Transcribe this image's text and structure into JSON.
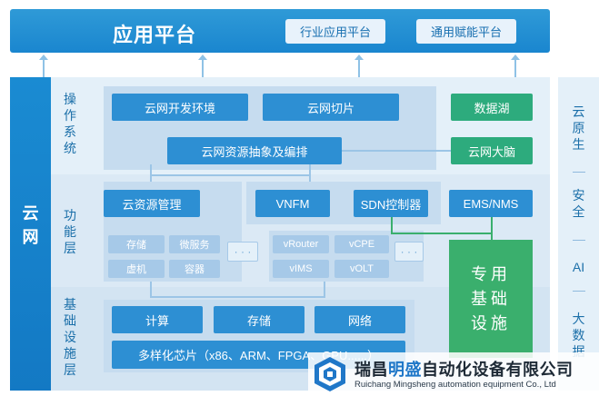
{
  "app_platform": {
    "title": "应用平台",
    "chips": [
      "行业应用平台",
      "通用赋能平台"
    ]
  },
  "left_column": {
    "label": "云网"
  },
  "layers": {
    "os": {
      "title": "操作系统",
      "dev_env": "云网开发环境",
      "slicing": "云网切片",
      "orchestration": "云网资源抽象及编排",
      "data_lake": "数据湖",
      "brain": "云网大脑"
    },
    "function": {
      "title": "功能层",
      "cloud_mgmt": "云资源管理",
      "vnfm": "VNFM",
      "sdn": "SDN控制器",
      "ems": "EMS/NMS",
      "cloud_chips": [
        "存储",
        "微服务",
        "虚机",
        "容器"
      ],
      "vnf_chips": [
        "vRouter",
        "vCPE",
        "vIMS",
        "vOLT"
      ],
      "ellipsis": "· · ·"
    },
    "infra": {
      "title": "基础设施层",
      "compute": "计算",
      "storage": "存储",
      "network": "网络",
      "chips": "多样化芯片（x86、ARM、FPGA、GPU......）",
      "special": "专用基础设施"
    }
  },
  "right_column": {
    "items": [
      "云原生",
      "安全",
      "AI",
      "大数据"
    ]
  },
  "watermark": {
    "name_pre": "瑞昌",
    "name_hl": "明盛",
    "name_post": "自动化设备有限公司",
    "english": "Ruichang Mingsheng automation equipment Co., Ltd"
  },
  "colors": {
    "primary_blue": "#2d8fd3",
    "green": "#3aaf6d",
    "teal_green": "#2dab7d",
    "layer_bg": "#e4f0f9"
  }
}
